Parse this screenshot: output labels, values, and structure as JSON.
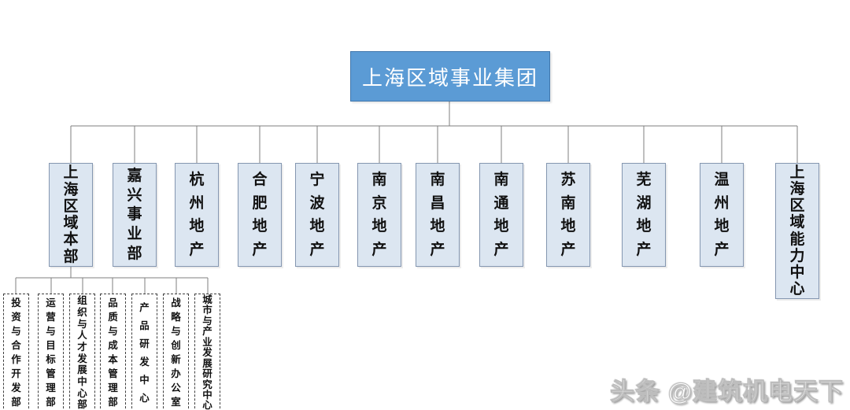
{
  "org": {
    "root": "上海区域事业集团",
    "level2": [
      "上海区域本部",
      "嘉兴事业部",
      "杭州地产",
      "合肥地产",
      "宁波地产",
      "南京地产",
      "南昌地产",
      "南通地产",
      "苏南地产",
      "芜湖地产",
      "温州地产",
      "上海区域能力中心"
    ],
    "level3_parent": "上海区域本部",
    "level3": [
      "投资与合作开发部",
      "运营与目标管理部",
      "组织与人才发展中心部",
      "品质与成本管理部",
      "产品研发中心",
      "战略与创新办公室",
      "城市与产业发展研究中心"
    ]
  },
  "watermark": "头条 @建筑机电天下",
  "colors": {
    "root_fill": "#5b9bd5",
    "root_border": "#4177ad",
    "root_text": "#ffffff",
    "node_fill": "#dce6f1",
    "node_border": "#8496b0",
    "sub_node_border": "#3f3f3f",
    "connector": "#7f7f7f",
    "node_text": "#111111"
  }
}
